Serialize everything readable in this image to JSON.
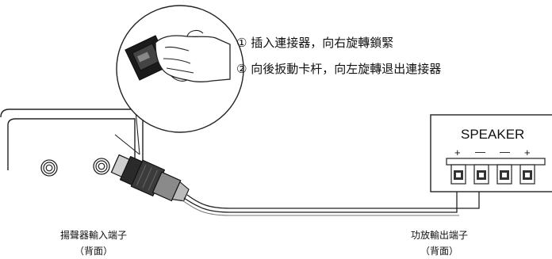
{
  "instructions": [
    "① 插入連接器，向右旋轉鎖緊",
    "② 向後扳動卡杆，向左旋轉退出連接器"
  ],
  "speaker_panel": {
    "title": "SPEAKER",
    "polarity": [
      "+",
      "—",
      "—",
      "+"
    ]
  },
  "captions": {
    "left_line1": "揚聲器輸入端子",
    "left_line2": "（背面）",
    "right_line1": "功放輸出端子",
    "right_line2": "（背面）"
  }
}
